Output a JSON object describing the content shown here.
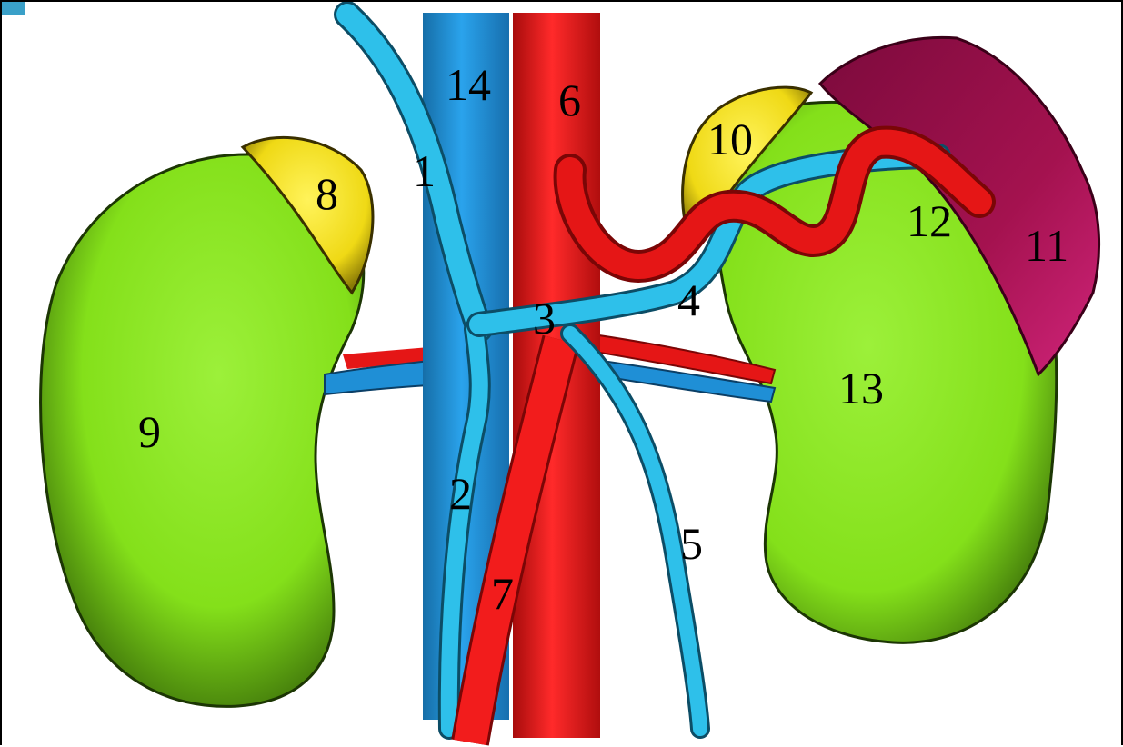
{
  "diagram": {
    "labels": {
      "l1": "1",
      "l2": "2",
      "l3": "3",
      "l4": "4",
      "l5": "5",
      "l6": "6",
      "l7": "7",
      "l8": "8",
      "l9": "9",
      "l10": "10",
      "l11": "11",
      "l12": "12",
      "l13": "13",
      "l14": "14"
    },
    "colors": {
      "kidney": "#8be51d",
      "adrenal": "#f2e21a",
      "spleen": "#a81456",
      "artery": "#e51616",
      "vein_dark": "#1f8fd6",
      "vein_light": "#2ec0ea",
      "background": "#ffffff"
    }
  }
}
